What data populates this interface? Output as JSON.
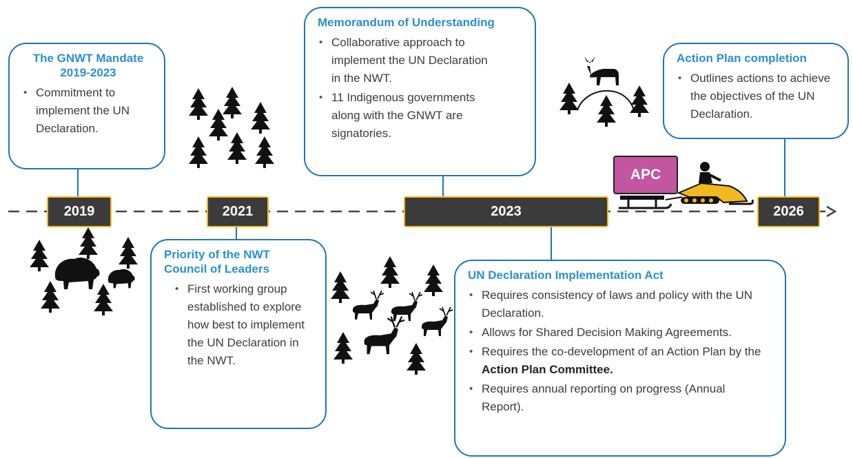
{
  "timeline": {
    "years": [
      "2019",
      "2021",
      "2023",
      "2026"
    ]
  },
  "boxes": {
    "mandate": {
      "title_line1": "The GNWT Mandate",
      "title_line2": "2019-2023",
      "bullets": [
        "Commitment to implement the UN Declaration."
      ]
    },
    "priority": {
      "title_line1": "Priority of the NWT",
      "title_line2": "Council of Leaders",
      "bullets": [
        "First working group established to explore how best to implement the UN Declaration in the NWT."
      ]
    },
    "mou": {
      "title": "Memorandum of Understanding",
      "bullets": [
        "Collaborative approach to implement the UN Declaration in the NWT.",
        "11 Indigenous governments along with the GNWT are signatories."
      ]
    },
    "act": {
      "title": "UN Declaration Implementation Act",
      "bullets": [
        "Requires consistency of laws and policy with the UN Declaration.",
        "Allows for Shared Decision Making Agreements.",
        "Requires the co-development of an Action Plan by the",
        "Requires annual reporting on progress (Annual Report)."
      ],
      "bold_phrase": "Action Plan Committee."
    },
    "action_plan": {
      "title": "Action Plan completion",
      "bullets": [
        "Outlines actions to achieve the objectives of the UN Declaration."
      ]
    }
  },
  "apc_badge": "APC",
  "colors": {
    "box_border": "#1f75b8",
    "title": "#2a8fd0",
    "year_fill": "#3b3b3b",
    "year_border": "#f3b820",
    "apc_fill": "#c2569f",
    "snowmobile": "#f3b820"
  },
  "icons": [
    "tree-icon",
    "bison-icon",
    "caribou-icon",
    "moose-icon",
    "gavel-icon",
    "snowmobile-icon"
  ]
}
